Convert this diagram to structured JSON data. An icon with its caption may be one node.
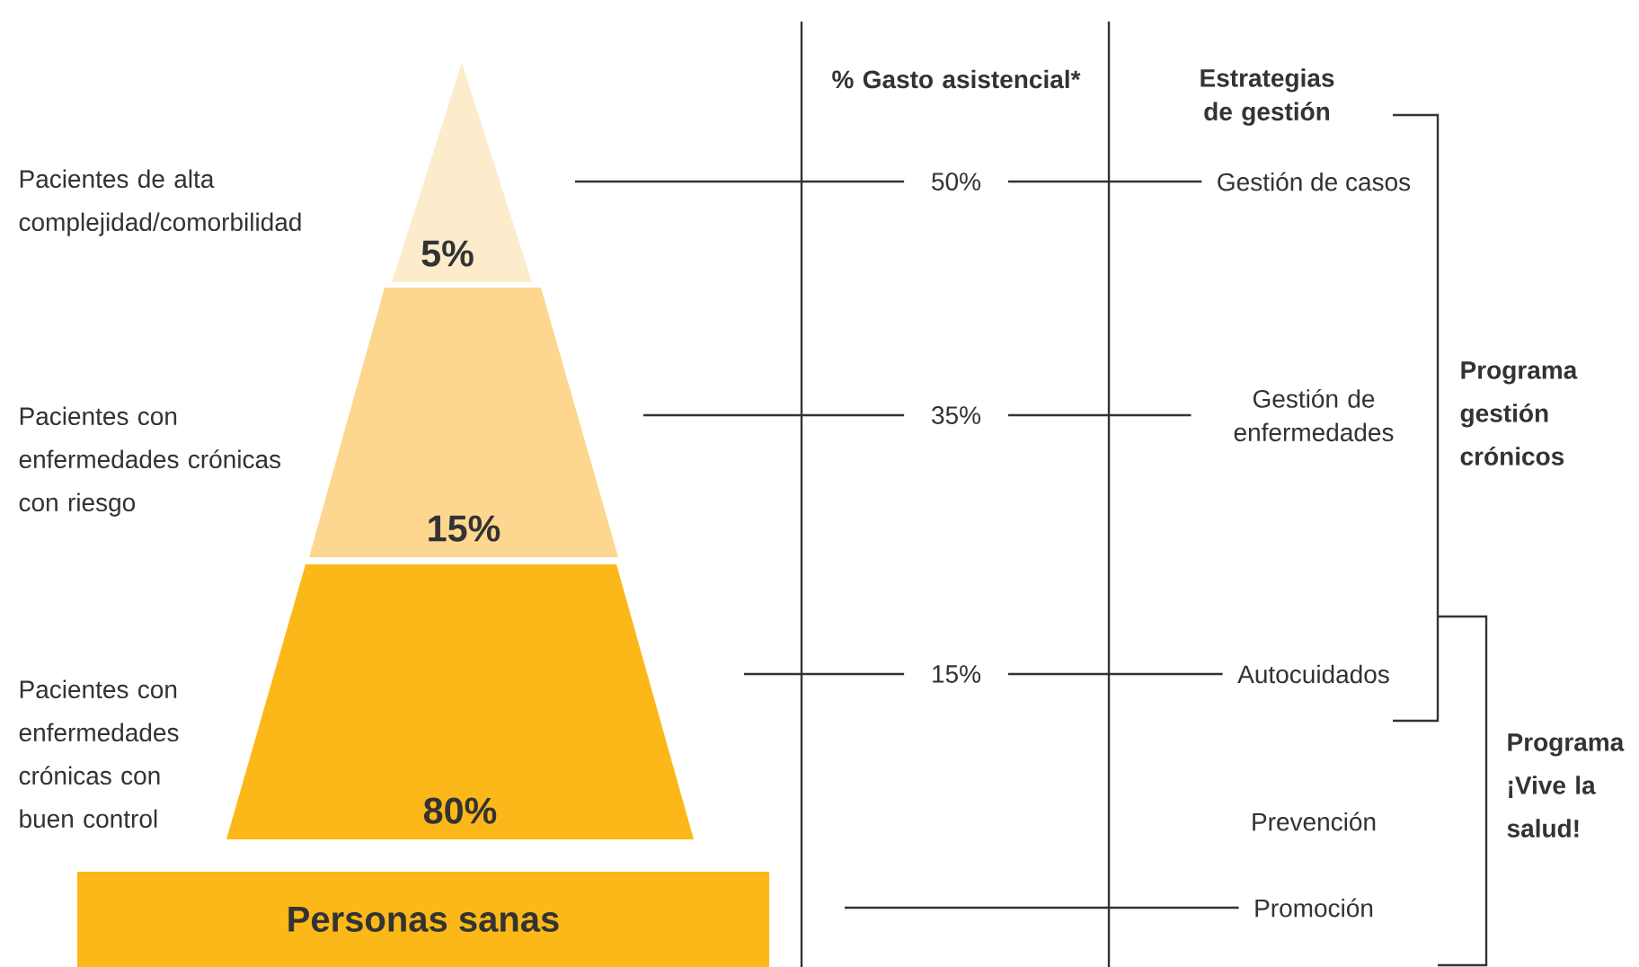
{
  "diagram": {
    "nodes": [
      {
        "text": [
          "5%"
        ]
      },
      {
        "text": [
          "15%"
        ],
        "beside": [
          "Pacientes con enfermedades crónicas con riesgo"
        ]
      },
      {
        "text": [
          "80%"
        ],
        "beside": [
          "Pacientes con enfermedades crónicas con buen control"
        ]
      },
      {
        "text": [
          "Personas sanas"
        ]
      },
      {
        "text": [
          "50%"
        ]
      },
      {
        "text": [
          "35%"
        ]
      },
      {
        "text": [
          "15%"
        ]
      },
      {
        "text": [
          "Gestión de casos"
        ]
      },
      {
        "text": [
          "Gestión de enfermedades"
        ]
      },
      {
        "text": [
          "Autocuidados"
        ]
      },
      {
        "text": [
          "Prevención"
        ]
      },
      {
        "text": [
          "Promoción"
        ]
      }
    ],
    "edges": [
      {
        "from": 0,
        "to": 4,
        "arrow": "none"
      },
      {
        "from": 4,
        "to": 7,
        "arrow": "none"
      },
      {
        "from": 1,
        "to": 5,
        "arrow": "none"
      },
      {
        "from": 5,
        "to": 8,
        "arrow": "none"
      },
      {
        "from": 2,
        "to": 6,
        "arrow": "none"
      },
      {
        "from": 6,
        "to": 9,
        "arrow": "none"
      },
      {
        "from": null,
        "to": 11,
        "arrow": "none"
      }
    ],
    "labels": [
      "Pacientes de alta complejidad/comorbilidad",
      "% Gasto asistencial*",
      "Estrategias de gestión",
      "Programa gestión crónicos",
      "Programa ¡Vive la salud!"
    ]
  }
}
